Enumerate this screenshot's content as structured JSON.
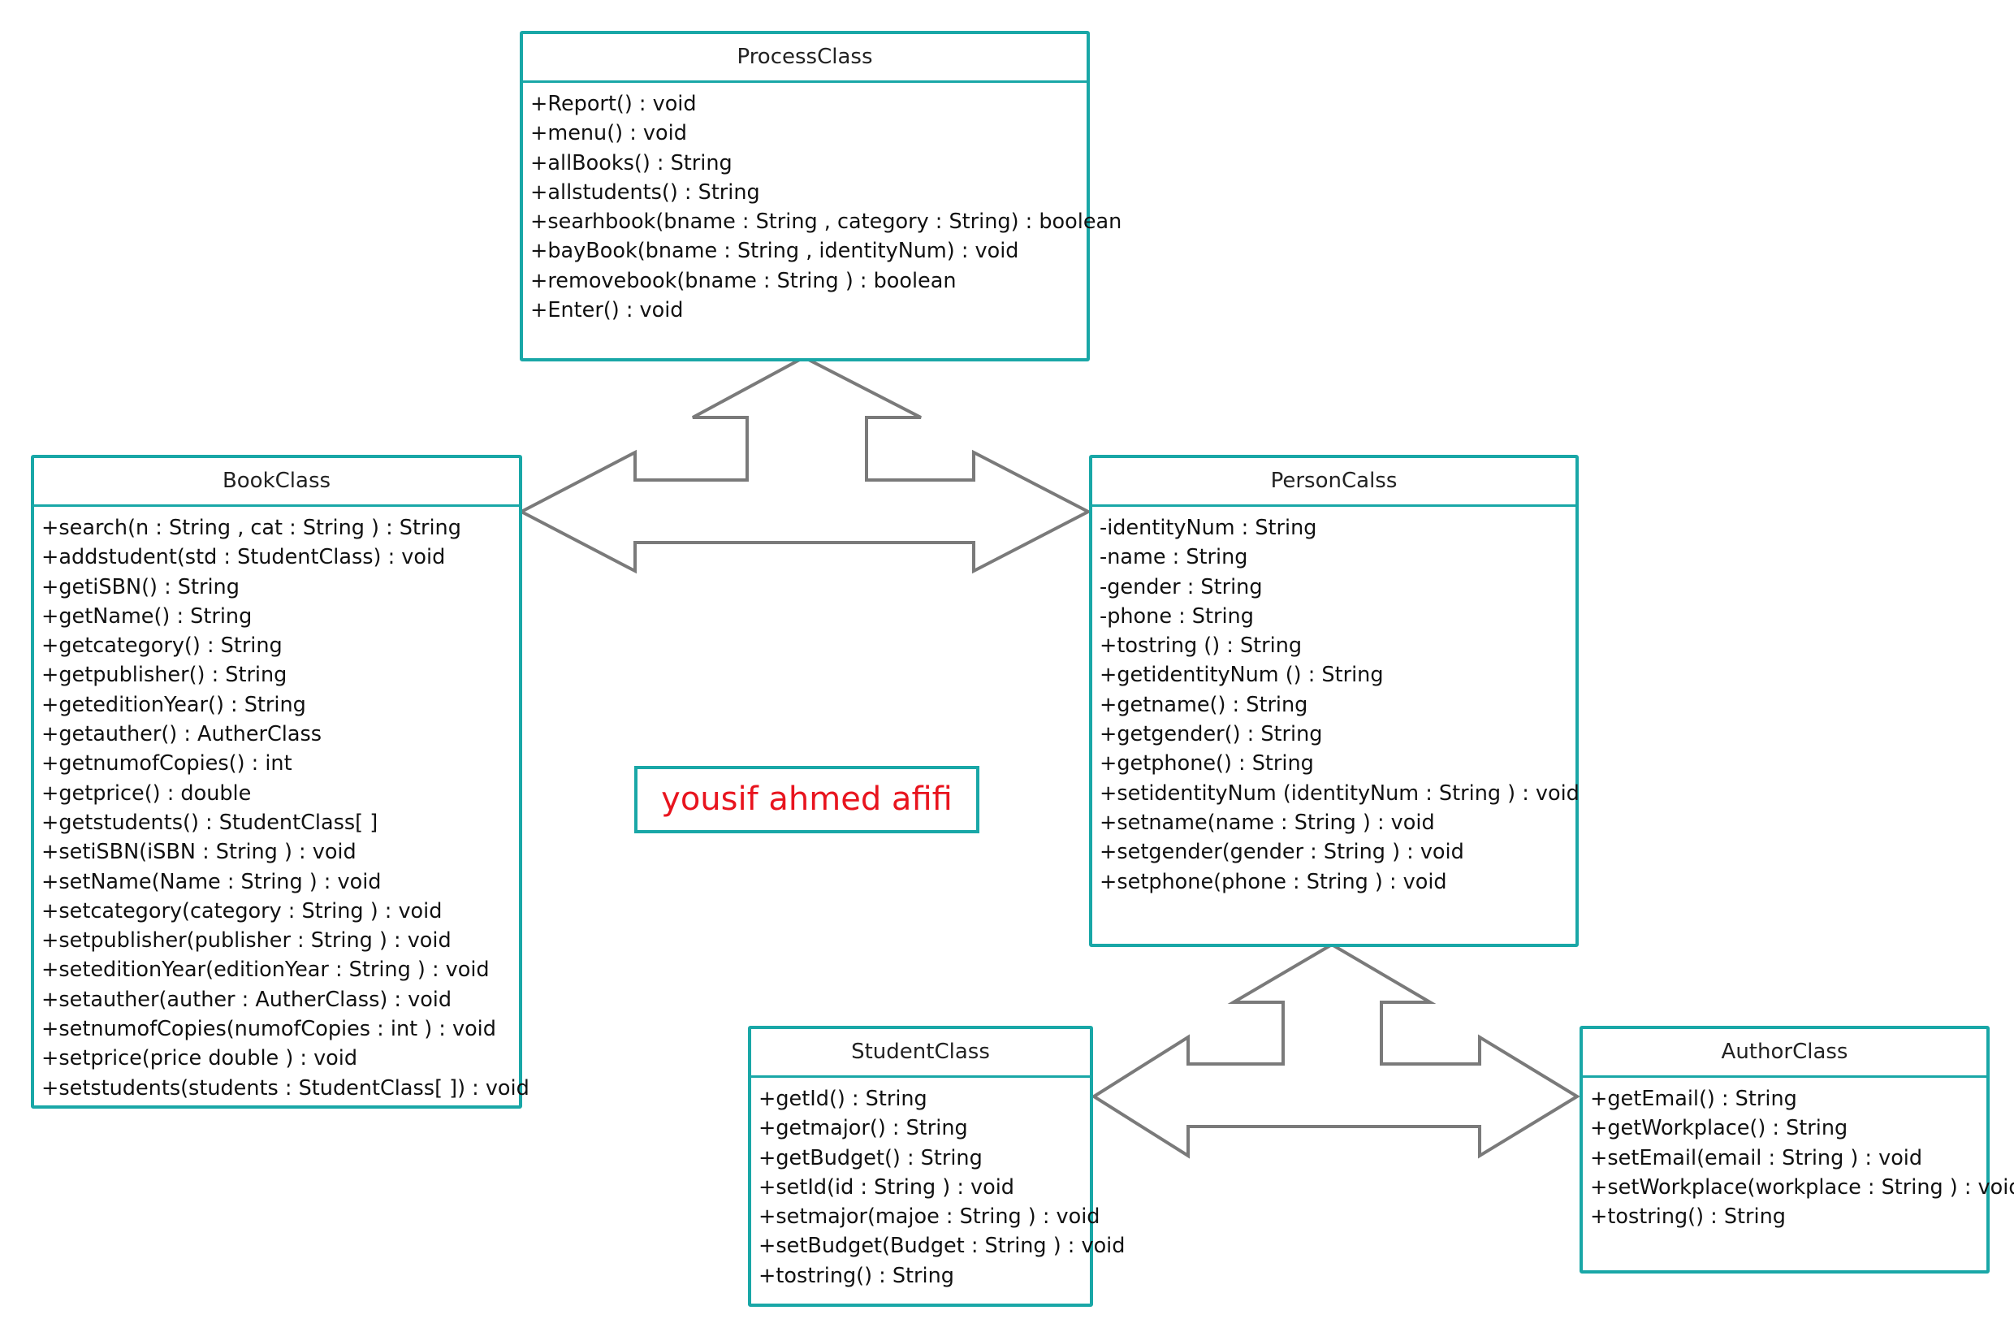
{
  "classes": {
    "process": {
      "name": "ProcessClass",
      "members": [
        "+Report() : void",
        "+menu() : void",
        "+allBooks() : String",
        "+allstudents() : String",
        "+searhbook(bname : String , category : String) : boolean",
        "+bayBook(bname : String , identityNum) : void",
        "+removebook(bname : String ) : boolean",
        "+Enter() : void"
      ]
    },
    "book": {
      "name": "BookClass",
      "members": [
        "+search(n : String , cat : String ) : String",
        "+addstudent(std : StudentClass) : void",
        "+getiSBN() : String",
        "+getName() : String",
        "+getcategory() : String",
        "+getpublisher() : String",
        "+geteditionYear() : String",
        "+getauther() : AutherClass",
        "+getnumofCopies() : int",
        "+getprice() : double",
        "+getstudents() : StudentClass[ ]",
        "+setiSBN(iSBN : String ) : void",
        "+setName(Name : String ) : void",
        "+setcategory(category : String ) : void",
        "+setpublisher(publisher : String ) : void",
        "+seteditionYear(editionYear : String ) : void",
        "+setauther(auther : AutherClass) : void",
        "+setnumofCopies(numofCopies : int ) : void",
        "+setprice(price double ) : void",
        "+setstudents(students : StudentClass[ ]) : void"
      ]
    },
    "person": {
      "name": "PersonCalss",
      "members": [
        "-identityNum : String",
        "-name : String",
        "-gender : String",
        "-phone : String",
        "+tostring () : String",
        "+getidentityNum () : String",
        "+getname() : String",
        "+getgender() : String",
        "+getphone() : String",
        "+setidentityNum (identityNum : String ) : void",
        "+setname(name : String ) : void",
        "+setgender(gender : String ) : void",
        "+setphone(phone : String ) : void"
      ]
    },
    "student": {
      "name": "StudentClass",
      "members": [
        "+getId() : String",
        "+getmajor() : String",
        "+getBudget() : String",
        "+setId(id : String ) : void",
        "+setmajor(majoe : String ) : void",
        "+setBudget(Budget : String ) : void",
        "+tostring() : String"
      ]
    },
    "author": {
      "name": "AuthorClass",
      "members": [
        "+getEmail() : String",
        "+getWorkplace() : String",
        "+setEmail(email : String ) : void",
        "+setWorkplace(workplace : String ) : void",
        "+tostring() : String"
      ]
    }
  },
  "author_label": "yousif ahmed afifi",
  "colors": {
    "border": "#19a7a7",
    "arrow": "#7a7a7a",
    "label_text": "#e8141e"
  }
}
